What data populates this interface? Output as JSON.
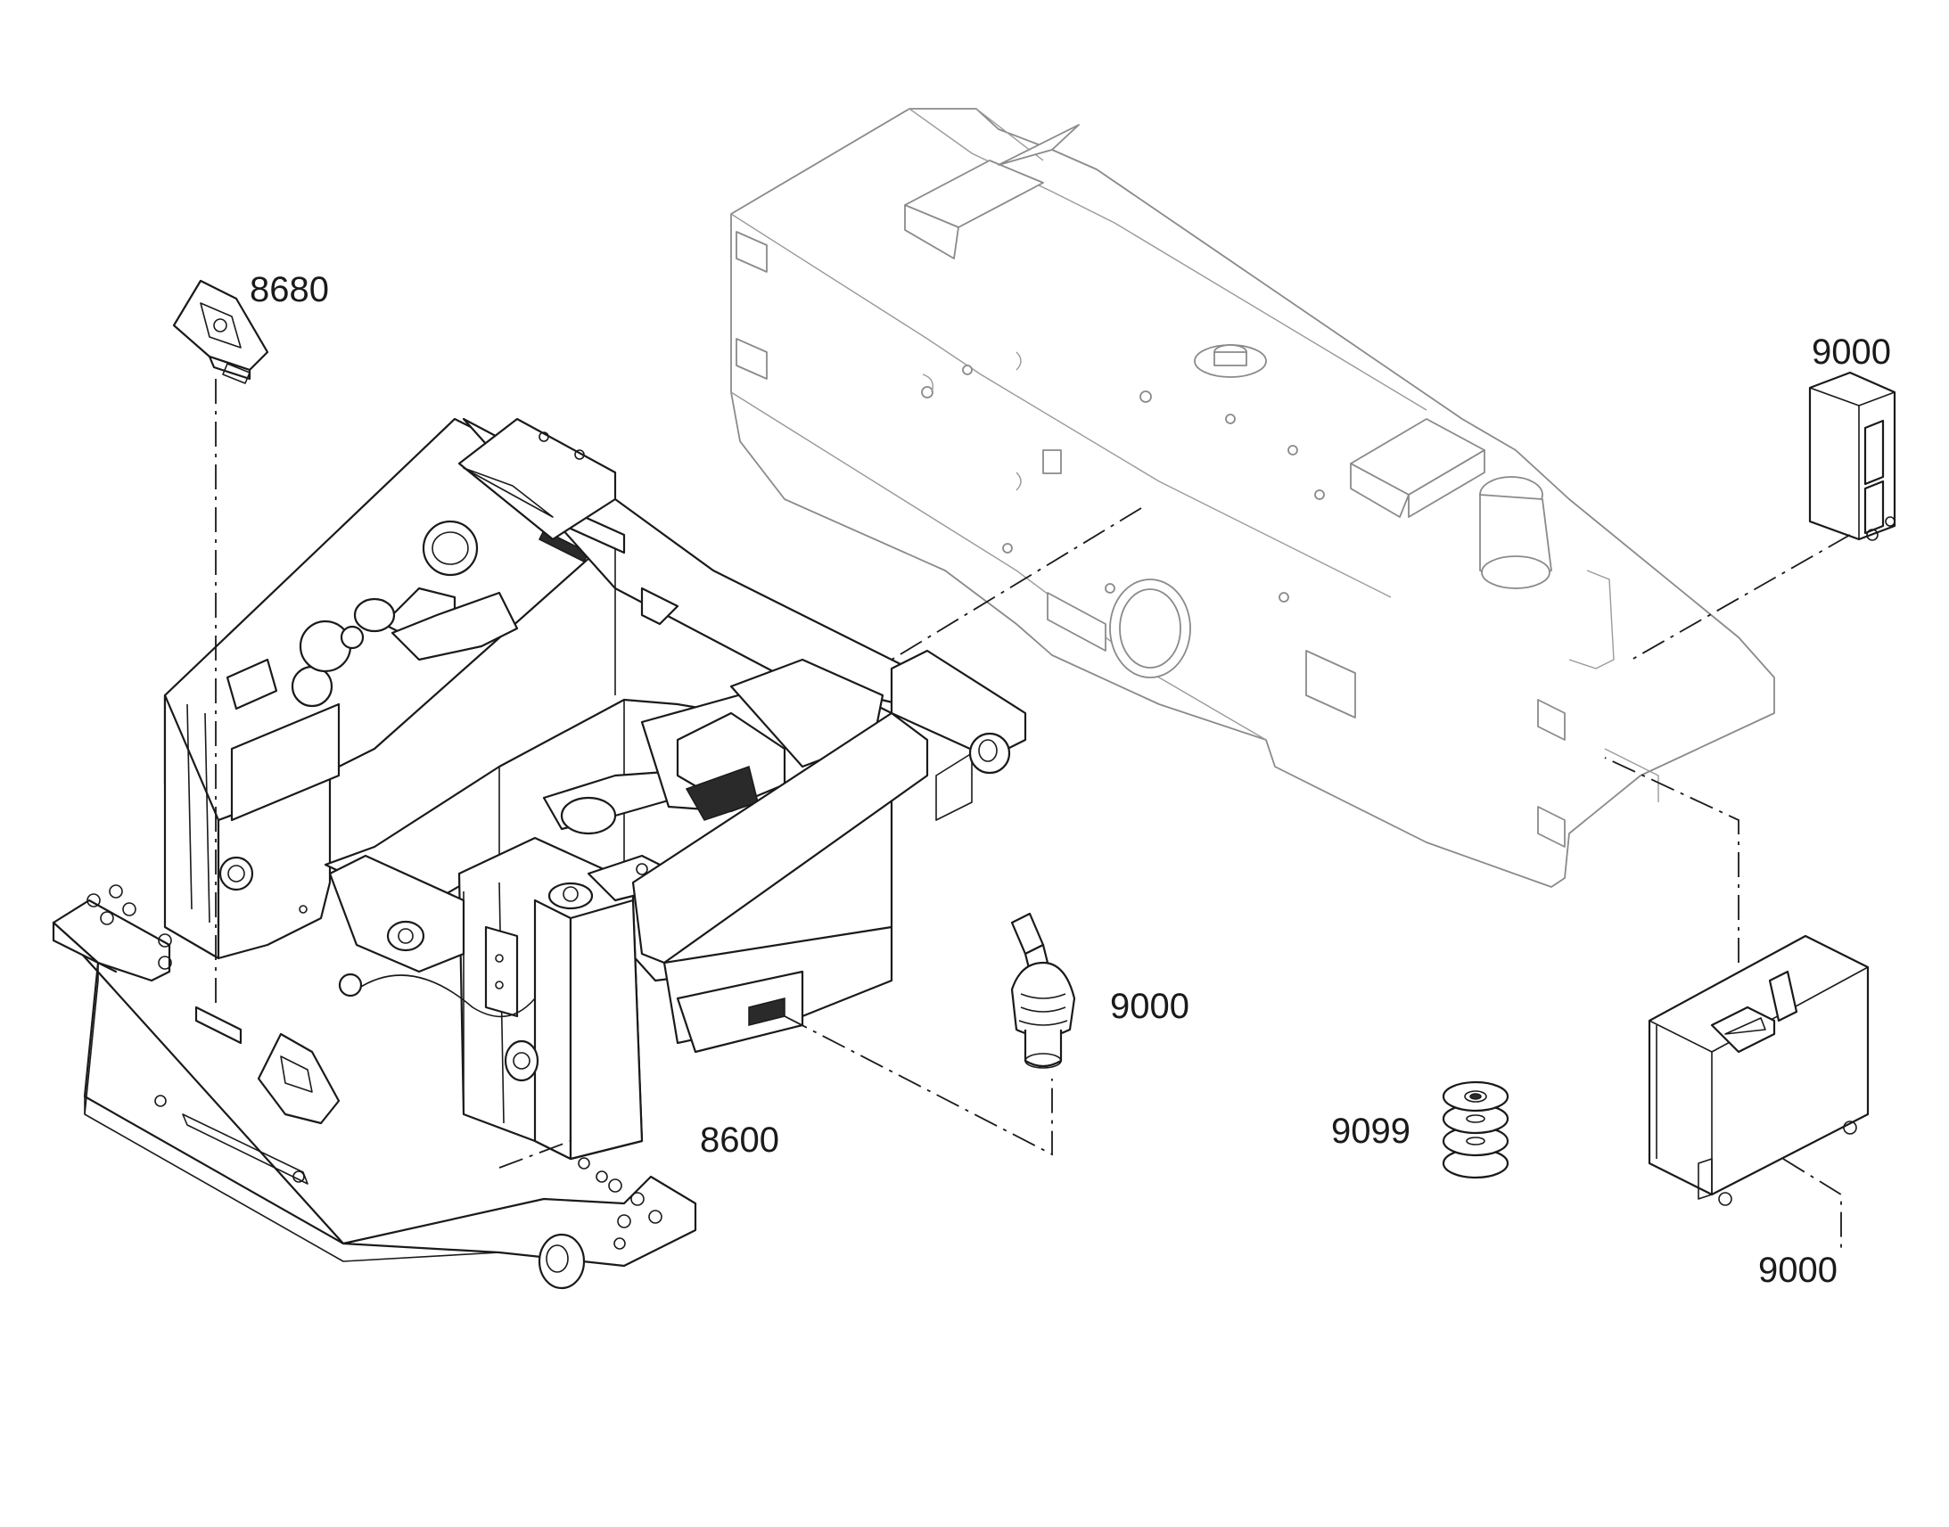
{
  "callouts": {
    "c8680": "8680",
    "c9000_ecu_top": "9000",
    "c9000_joystick": "9000",
    "c8600": "8600",
    "c9099": "9099",
    "c9000_box": "9000"
  },
  "colors": {
    "line": "#1a1a1a",
    "ghost_line": "#8a8a8a",
    "background": "#ffffff"
  }
}
